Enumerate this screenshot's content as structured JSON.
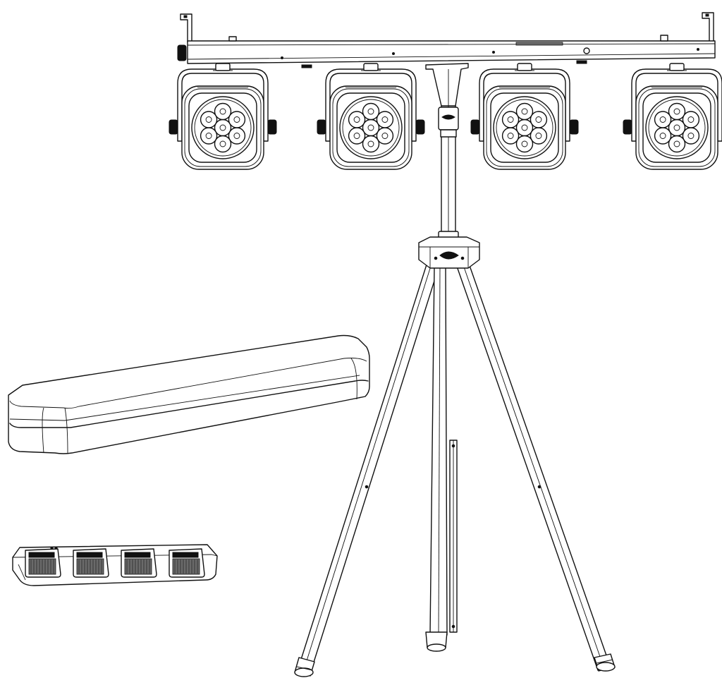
{
  "figure": {
    "colors": {
      "line": "#111111",
      "background": "#ffffff",
      "fill": "#ffffff",
      "dark": "#111111",
      "grip": "#6a6a6a"
    },
    "fixtures": [
      {
        "id": "par-1",
        "led_count": 7
      },
      {
        "id": "par-2",
        "led_count": 7
      },
      {
        "id": "par-3",
        "led_count": 7
      },
      {
        "id": "par-4",
        "led_count": 7
      }
    ],
    "footswitch": {
      "pedal_count": 4
    },
    "stand": {
      "leg_count": 3
    },
    "icons": [
      "t-bar",
      "par-can-icon",
      "led-lens-icon",
      "tripod-stand",
      "carry-bag",
      "footswitch-pedal"
    ]
  }
}
